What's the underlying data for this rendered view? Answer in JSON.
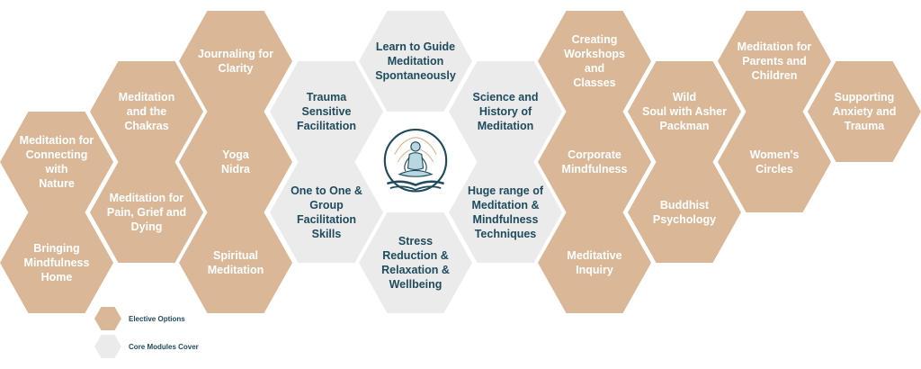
{
  "colors": {
    "elective": "#dab796",
    "core": "#ebebeb",
    "core_text": "#1f4b5d",
    "elective_text": "#ffffff",
    "logo": "#1f4b5d"
  },
  "hexes": [
    {
      "id": "hex-journaling",
      "text": "Journaling for\nClarity",
      "type": "elective"
    },
    {
      "id": "hex-meditation-chakras",
      "text": "Meditation\nand the\nChakras",
      "type": "elective"
    },
    {
      "id": "hex-yoga-nidra",
      "text": "Yoga\nNidra",
      "type": "elective"
    },
    {
      "id": "hex-nature",
      "text": "Meditation for\nConnecting\nwith\nNature",
      "type": "elective"
    },
    {
      "id": "hex-pain-grief",
      "text": "Meditation for\nPain, Grief and\nDying",
      "type": "elective"
    },
    {
      "id": "hex-bringing-home",
      "text": "Bringing\nMindfulness\nHome",
      "type": "elective"
    },
    {
      "id": "hex-spiritual",
      "text": "Spiritual\nMeditation",
      "type": "elective"
    },
    {
      "id": "hex-learn-guide",
      "text": "Learn to Guide\nMeditation\nSpontaneously",
      "type": "core"
    },
    {
      "id": "hex-trauma",
      "text": "Trauma\nSensitive\nFacilitation",
      "type": "core"
    },
    {
      "id": "hex-science",
      "text": "Science and\nHistory of\nMeditation",
      "type": "core"
    },
    {
      "id": "hex-one-to-one",
      "text": "One to One &\nGroup\nFacilitation\nSkills",
      "type": "core"
    },
    {
      "id": "hex-techniques",
      "text": "Huge range of\nMeditation &\nMindfulness\nTechniques",
      "type": "core"
    },
    {
      "id": "hex-stress",
      "text": "Stress\nReduction &\nRelaxation &\nWellbeing",
      "type": "core"
    },
    {
      "id": "hex-workshops",
      "text": "Creating\nWorkshops\nand\nClasses",
      "type": "elective"
    },
    {
      "id": "hex-corporate",
      "text": "Corporate\nMindfulness",
      "type": "elective"
    },
    {
      "id": "hex-meditative-inquiry",
      "text": "Meditative\nInquiry",
      "type": "elective"
    },
    {
      "id": "hex-wild-soul",
      "text": "Wild\nSoul with Asher\nPackman",
      "type": "elective"
    },
    {
      "id": "hex-buddhist",
      "text": "Buddhist\nPsychology",
      "type": "elective"
    },
    {
      "id": "hex-parents",
      "text": "Meditation for\nParents and\nChildren",
      "type": "elective"
    },
    {
      "id": "hex-womens",
      "text": "Women's\nCircles",
      "type": "elective"
    },
    {
      "id": "hex-anxiety",
      "text": "Supporting\nAnxiety and\nTrauma",
      "type": "elective"
    }
  ],
  "legend": [
    {
      "label": "Elective Options",
      "type": "elective"
    },
    {
      "label": "Core Modules Cover",
      "type": "core"
    }
  ]
}
